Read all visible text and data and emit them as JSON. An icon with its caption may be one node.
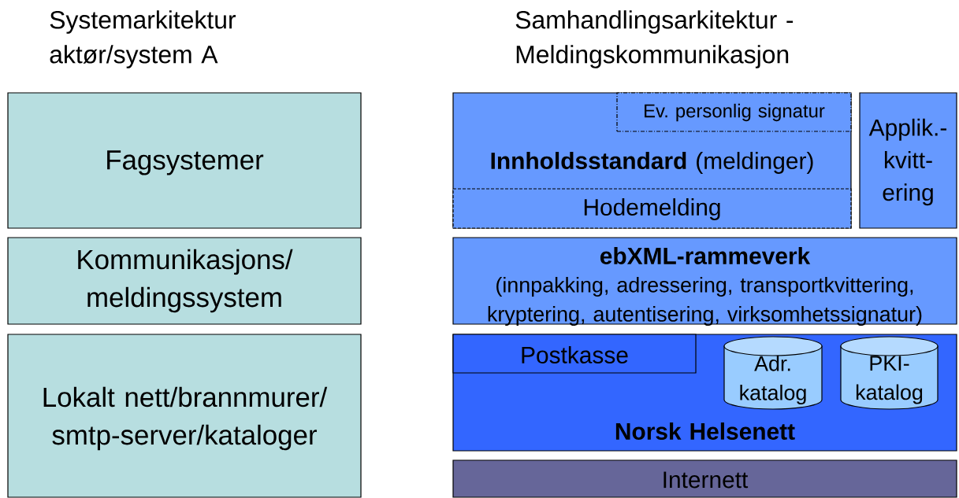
{
  "diagram": {
    "nodes": [
      {
        "text": [
          "Fagsystemer"
        ]
      },
      {
        "text": [
          "Kommunikasjons/ meldingssystem"
        ]
      },
      {
        "text": [
          "Lokalt nett/brannmurer/ smtp-server/kataloger"
        ]
      },
      {
        "text": [
          "**Innholdsstandard** (meldinger)"
        ]
      },
      {
        "text": [
          "Ev. personlig signatur"
        ],
        "in": 3
      },
      {
        "text": [
          "Hodemelding"
        ],
        "in": 3
      },
      {
        "text": [
          "Applik.- kvitt- ering"
        ]
      },
      {
        "text": [
          "ebXML-rammeverk",
          "(innpakking, adressering, transportkvittering, kryptering, autentisering, virksomhetssignatur)"
        ]
      },
      {
        "text": [
          "Norsk Helsenett"
        ]
      },
      {
        "text": [
          "Postkasse"
        ],
        "in": 8
      },
      {
        "text": [
          "Adr. katalog"
        ],
        "in": 8
      },
      {
        "text": [
          "PKI- katalog"
        ],
        "in": 8
      },
      {
        "text": [
          "Internett"
        ]
      }
    ],
    "labels": [
      "Systemarkitektur aktør/system A",
      "Samhandlingsarkitektur - Meldingskommunikasjon"
    ]
  }
}
